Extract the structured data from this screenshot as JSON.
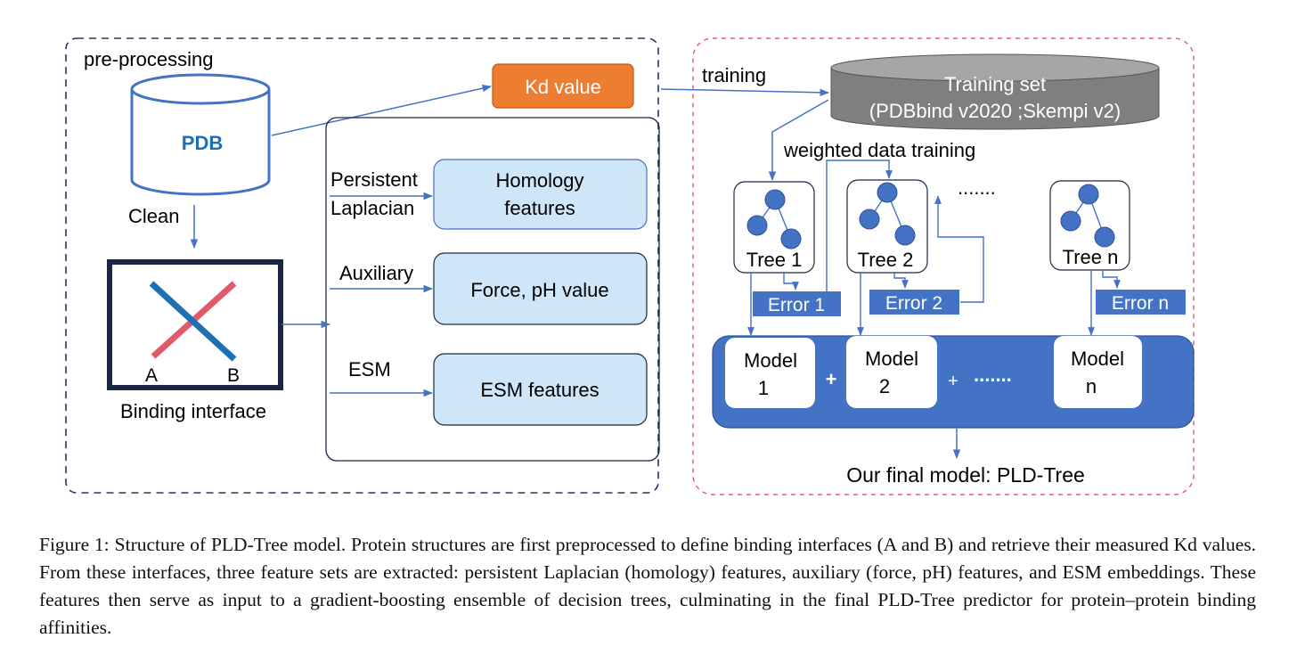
{
  "colors": {
    "arrow": "#4472C4",
    "dash_left": "#1F3864",
    "dash_right": "#E05A6A",
    "db_outline": "#4472C4",
    "kd_fill": "#ED7D31",
    "feature_fill": "#CFE6F8",
    "model_panel": "#4472C4",
    "training_set_fill": "#7F7F7F",
    "tree_node": "#4472C4",
    "error_fill": "#4472C4",
    "line_a": "#E05A6A",
    "line_b": "#1F6FB5",
    "binding_frame": "#1A2744"
  },
  "preprocessing": {
    "title": "pre-processing",
    "database": "PDB",
    "clean_label": "Clean",
    "binding": {
      "label_a": "A",
      "label_b": "B",
      "caption": "Binding interface"
    },
    "kd_box": "Kd value",
    "features": [
      {
        "method": [
          "Persistent",
          "Laplacian"
        ],
        "box": [
          "Homology",
          "features"
        ]
      },
      {
        "method": [
          "Auxiliary"
        ],
        "box": [
          "Force, pH value"
        ]
      },
      {
        "method": [
          "ESM"
        ],
        "box": [
          "ESM features"
        ]
      }
    ]
  },
  "training": {
    "training_label": "training",
    "training_set": [
      "Training set",
      "(PDBbind v2020 ;Skempi v2)"
    ],
    "weighted_label": "weighted data training",
    "trees": [
      "Tree 1",
      "Tree 2",
      "Tree n"
    ],
    "tree_ellipsis": ".......",
    "errors": [
      "Error 1",
      "Error 2",
      "Error n"
    ],
    "models": [
      {
        "line1": "Model",
        "line2": "1"
      },
      {
        "line1": "Model",
        "line2": "2"
      },
      {
        "line1": "Model",
        "line2": "n"
      }
    ],
    "plus": "+",
    "model_ellipsis": ".......",
    "final": "Our final model: PLD-Tree"
  },
  "caption": {
    "label": "Figure 1:",
    "text": "Structure of PLD-Tree model. Protein structures are first preprocessed to define binding interfaces (A and B) and retrieve their measured Kd values. From these interfaces, three feature sets are extracted: persistent Laplacian (homology) features, auxiliary (force, pH) features, and ESM embeddings. These features then serve as input to a gradient-boosting ensemble of decision trees, culminating in the final PLD-Tree predictor for protein–protein binding affinities."
  }
}
